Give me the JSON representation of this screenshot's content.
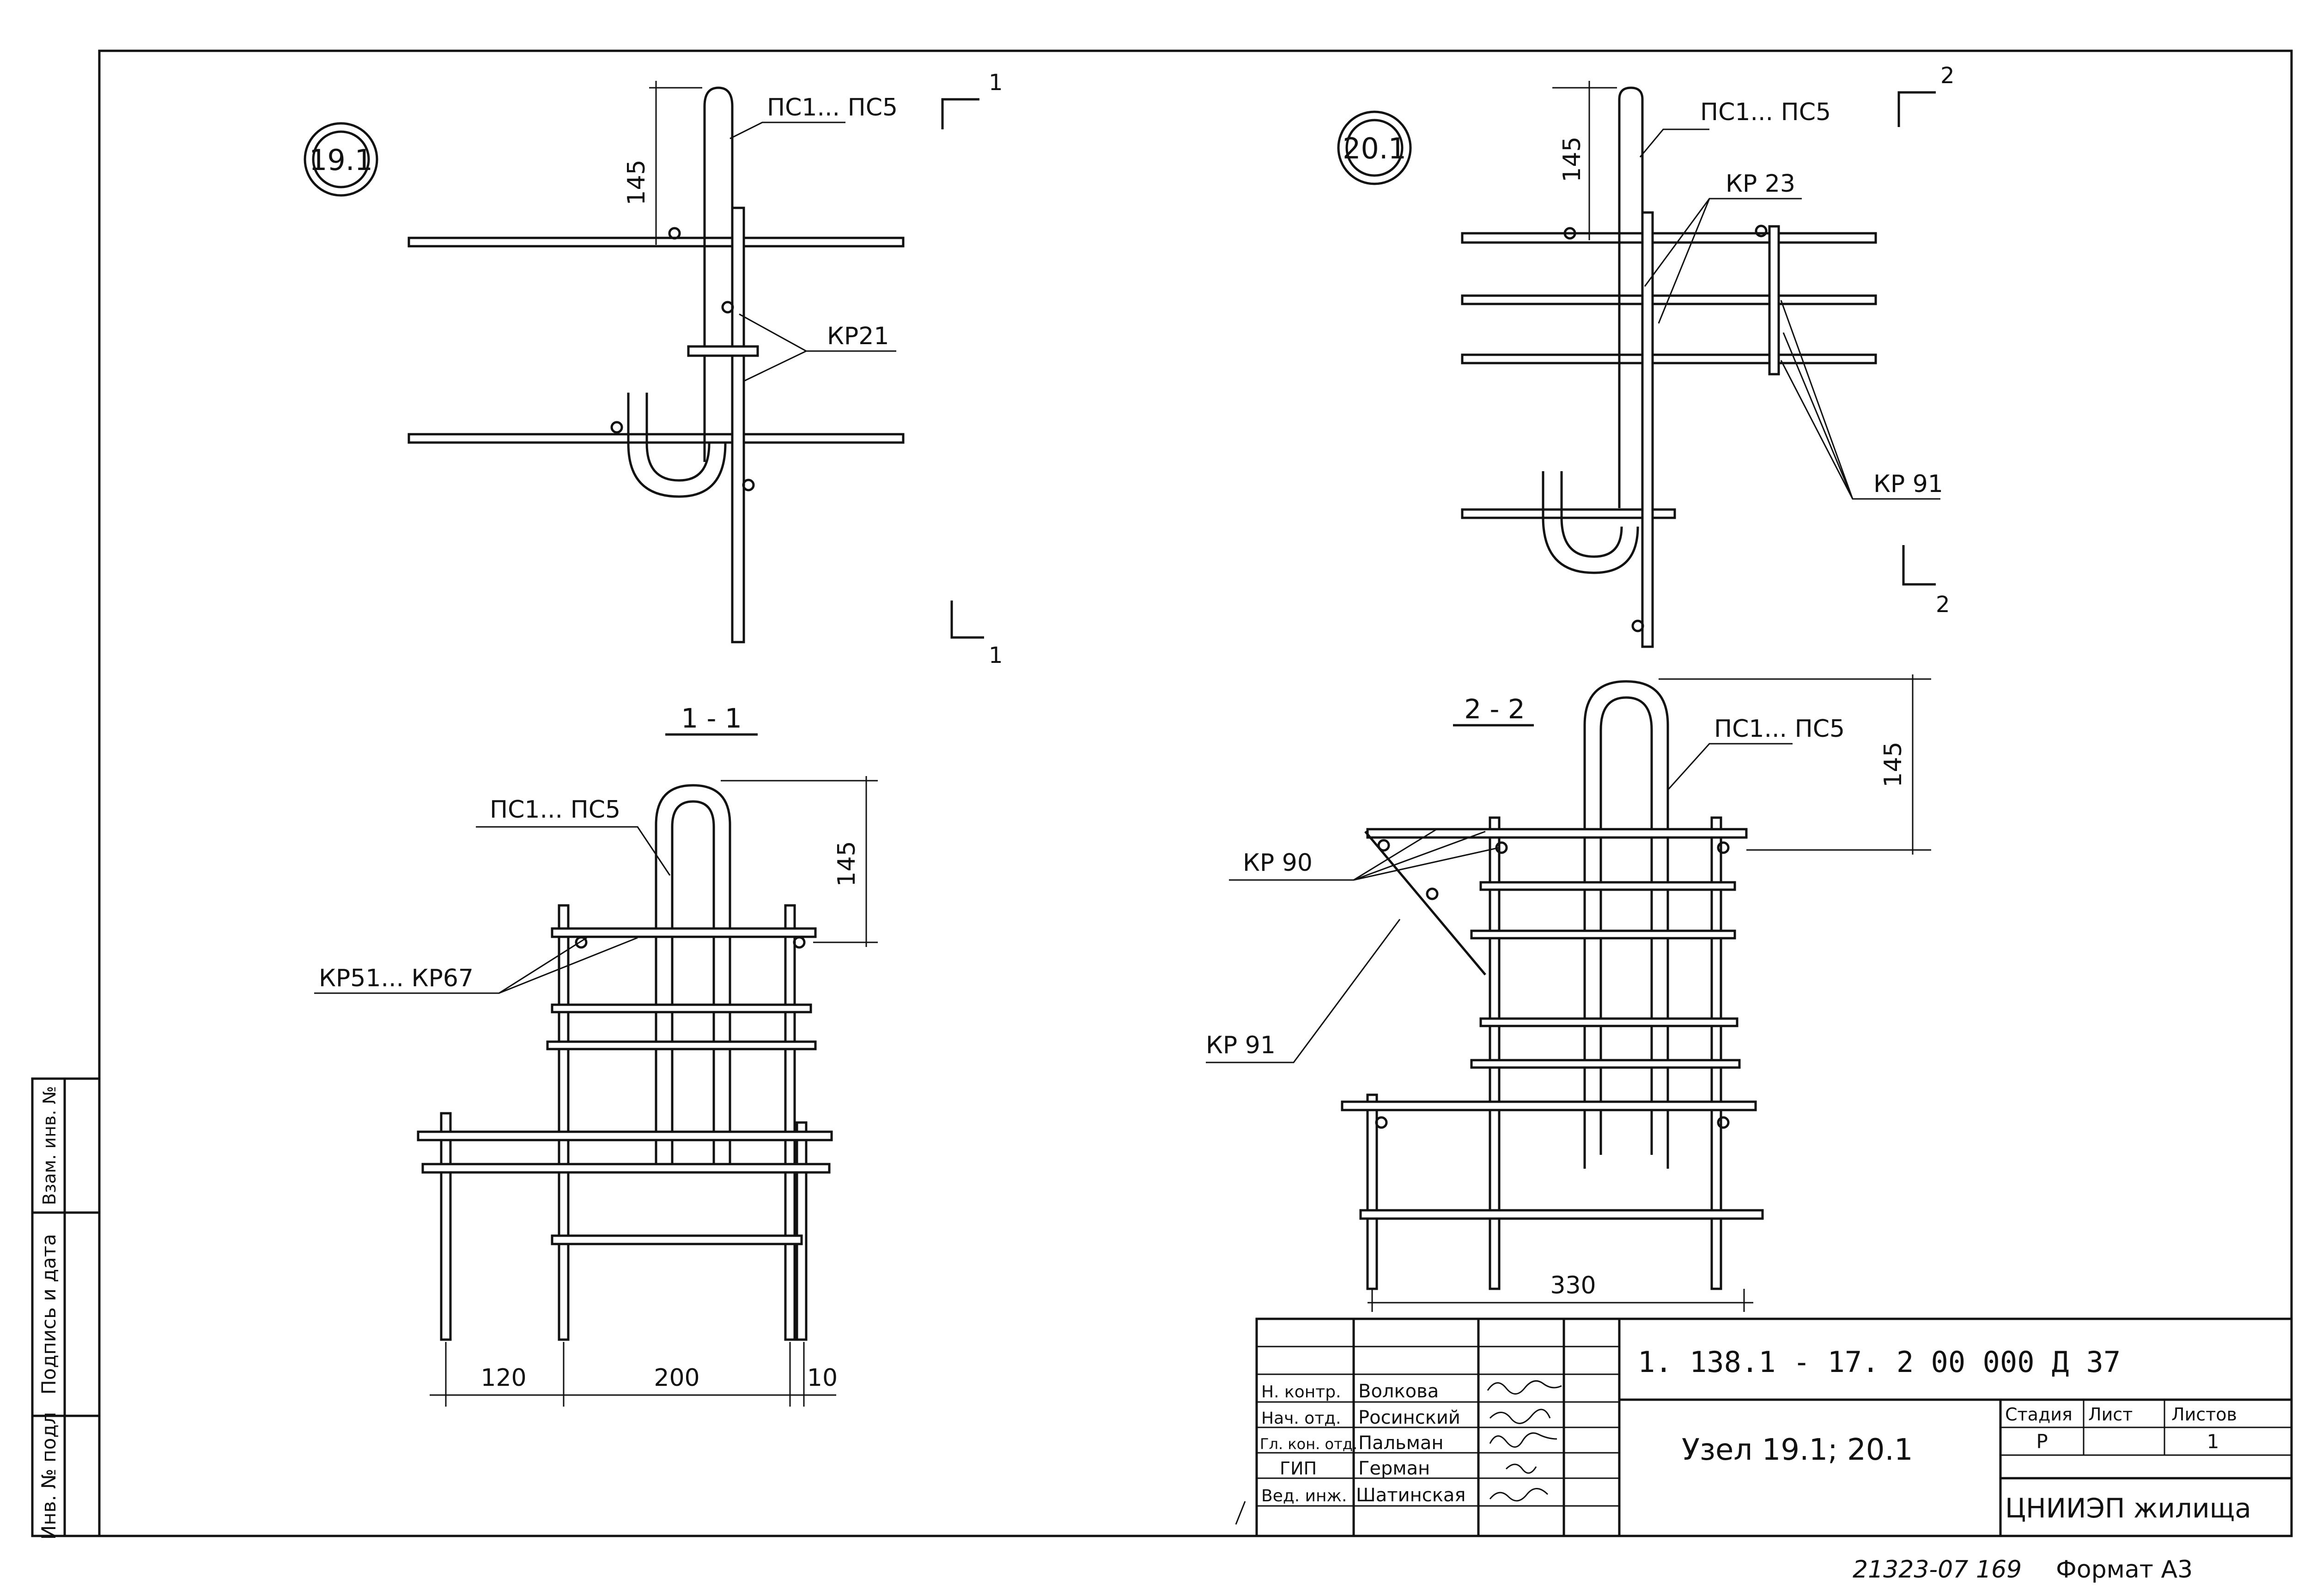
{
  "node_19_1": {
    "label": "19.1",
    "rod_label": "ПС1... ПС5",
    "clip_label": "КР21",
    "dim_145": "145",
    "section_mark": "1"
  },
  "node_20_1": {
    "label": "20.1",
    "rod_label": "ПС1... ПС5",
    "clip_top_label": "КР 23",
    "clip_right_label": "КР 91",
    "dim_145": "145",
    "section_mark": "2"
  },
  "section_1_1": {
    "title": "1 - 1",
    "rod_label": "ПС1... ПС5",
    "clip_label": "КР51... КР67",
    "dim_145": "145",
    "dim_120": "120",
    "dim_200": "200",
    "dim_10": "10"
  },
  "section_2_2": {
    "title": "2 - 2",
    "rod_label": "ПС1... ПС5",
    "kr90_label": "КР 90",
    "kr91_label": "КР 91",
    "dim_145": "145",
    "dim_330": "330"
  },
  "side_stamp": {
    "inv_podl": "Инв. № подл",
    "podpis": "Подпись и дата",
    "vzam": "Взам. инв. №"
  },
  "title_block": {
    "doc_code": "1. 138.1 - 17. 2   00  000  Д 37",
    "title": "Узел  19.1;  20.1",
    "organization": "ЦНИИЭП жилища",
    "stage_header": "Стадия",
    "sheet_header": "Лист",
    "sheets_header": "Листов",
    "stage_value": "Р",
    "sheets_value": "1",
    "roles": [
      {
        "role": "Н. контр.",
        "name": "Волкова"
      },
      {
        "role": "Нач. отд.",
        "name": "Росинский"
      },
      {
        "role": "Гл. кон. отд.",
        "name": "Пальман"
      },
      {
        "role": "ГИП",
        "name": "Герман"
      },
      {
        "role": "Вед. инж.",
        "name": "Шатинская"
      }
    ]
  },
  "footer": {
    "inventory": "21323-07  169",
    "format": "Формат А3"
  }
}
